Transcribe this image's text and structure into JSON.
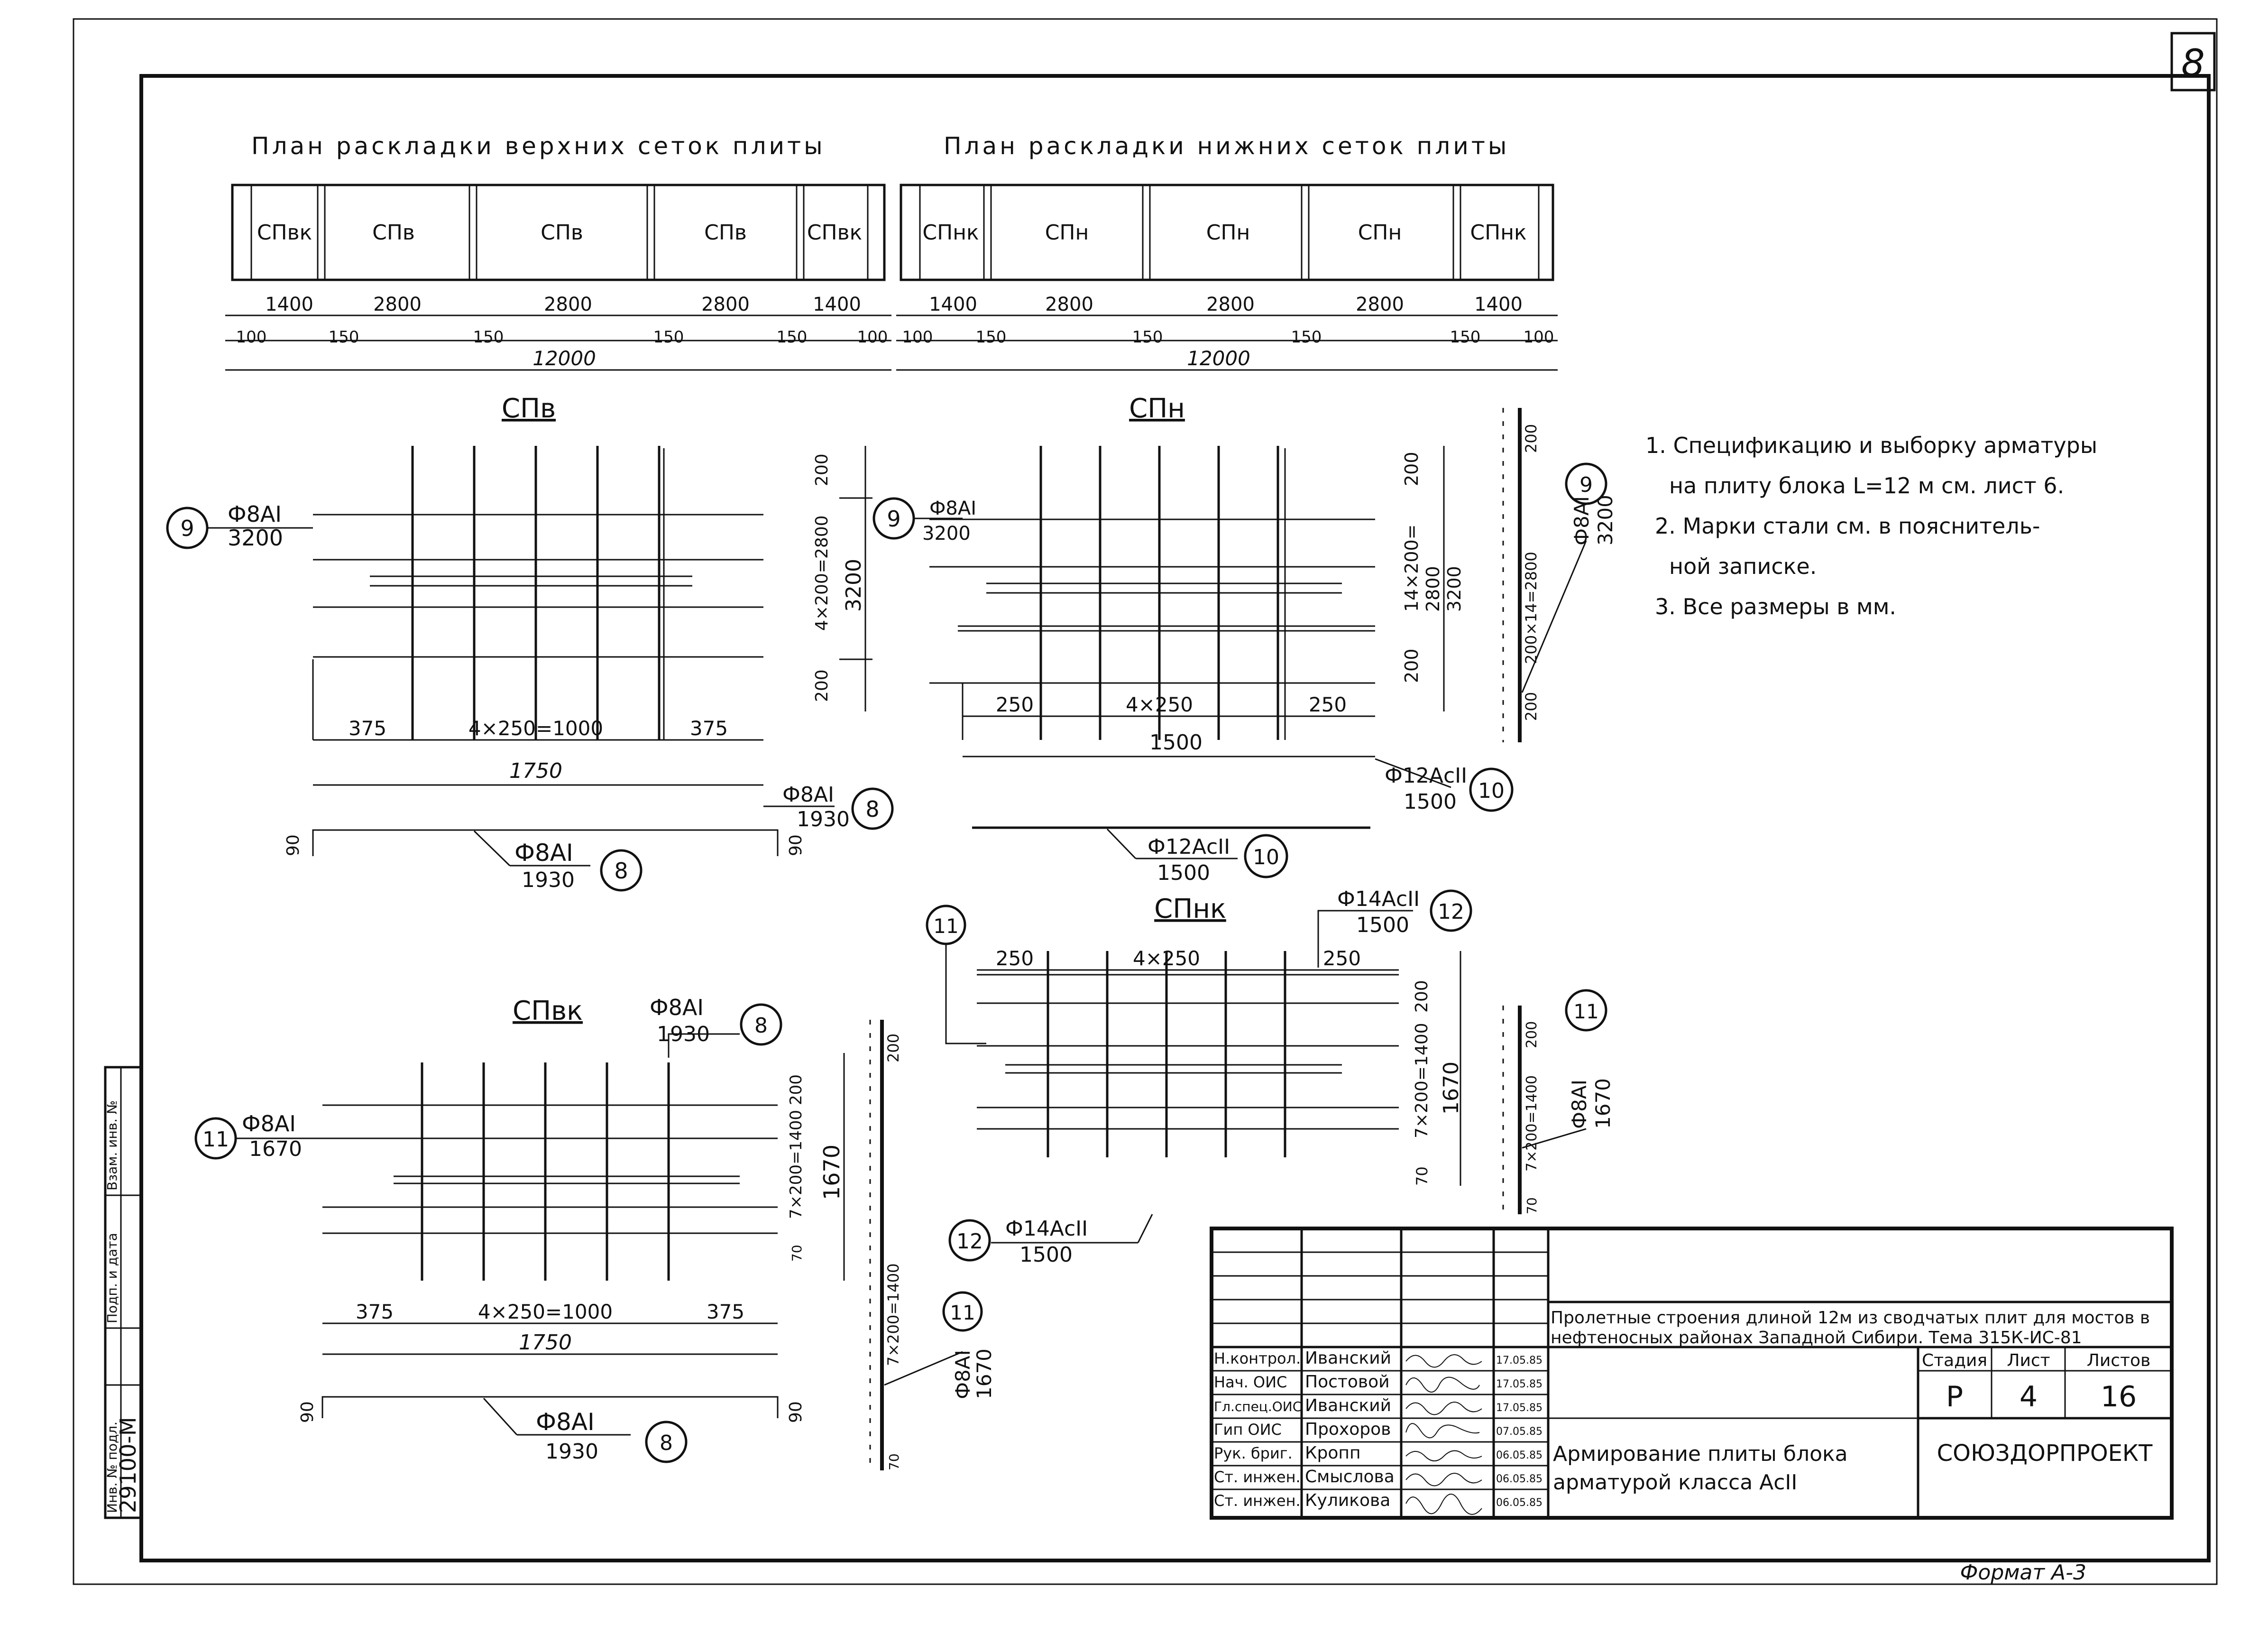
{
  "sheet_number": "8",
  "format_label": "Формат А-3",
  "plan_top_title": "План раскладки верхних сеток плиты",
  "plan_bottom_title": "План раскладки нижних сеток плиты",
  "plan_top": {
    "cells": [
      "СПвк",
      "СПв",
      "СПв",
      "СПв",
      "СПвк"
    ],
    "dims": [
      "1400",
      "2800",
      "2800",
      "2800",
      "1400"
    ],
    "gaps": [
      "100",
      "150",
      "150",
      "150",
      "150",
      "100"
    ],
    "total": "12000"
  },
  "plan_bottom": {
    "cells": [
      "СПнк",
      "СПн",
      "СПн",
      "СПн",
      "СПнк"
    ],
    "dims": [
      "1400",
      "2800",
      "2800",
      "2800",
      "1400"
    ],
    "gaps": [
      "100",
      "150",
      "150",
      "150",
      "150",
      "100"
    ],
    "total": "12000"
  },
  "mesh_spv": {
    "title": "СПв",
    "bar9_label": "Ф8АI",
    "bar9_len": "3200",
    "bar9_mark": "9",
    "bar8_label": "Ф8АI",
    "bar8_len": "1930",
    "bar8_mark": "8",
    "dim_h": [
      "375",
      "4×250=1000",
      "375"
    ],
    "dim_total": "1750",
    "dim_v": [
      "200",
      "4×200=2800",
      "200"
    ],
    "dim_v_total": "3200",
    "section_left": "90",
    "section_right": "90",
    "section_label": "Ф8АI",
    "section_len": "1930",
    "section_mark": "8"
  },
  "mesh_spn": {
    "title": "СПн",
    "bar9_label": "Ф8АI",
    "bar9_len": "3200",
    "bar9_mark": "9",
    "bar10_label": "Ф12АсII",
    "bar10_len": "1500",
    "bar10_mark": "10",
    "dim_h": [
      "250",
      "4×250",
      "250"
    ],
    "dim_total": "1500",
    "dim_v": [
      "200",
      "14×200=",
      "2800",
      "3200",
      "200"
    ],
    "side_dim": [
      "200",
      "200×14=2800",
      "200"
    ],
    "side_label": "Ф8АI",
    "side_len": "3200",
    "side_mark": "9",
    "section_label": "Ф12АсII",
    "section_len": "1500",
    "section_mark": "10"
  },
  "mesh_spvk": {
    "title": "СПвк",
    "bar11_label": "Ф8АI",
    "bar11_len": "1670",
    "bar11_mark": "11",
    "bar8_label": "Ф8АI",
    "bar8_len": "1930",
    "bar8_mark": "8",
    "dim_h": [
      "375",
      "4×250=1000",
      "375"
    ],
    "dim_total": "1750",
    "dim_v": [
      "200",
      "7×200=1400",
      "70"
    ],
    "dim_v_total": "1670",
    "side_dim": [
      "200",
      "7×200=1400",
      "70"
    ],
    "side_label": "Ф8АI",
    "side_len": "1670",
    "side_mark": "11",
    "section_left": "90",
    "section_right": "90",
    "section_label": "Ф8АI",
    "section_len": "1930",
    "section_mark": "8"
  },
  "mesh_spnk": {
    "title": "СПнк",
    "bar11_mark": "11",
    "bar12_label": "Ф14АсII",
    "bar12_len": "1500",
    "bar12_mark": "12",
    "dim_h": [
      "250",
      "4×250",
      "250"
    ],
    "dim_v": [
      "200",
      "7×200=1400",
      "70"
    ],
    "dim_v_total": "1670",
    "side_dim": [
      "200",
      "7×200=1400",
      "70"
    ],
    "side_label": "Ф8АI",
    "side_len": "1670",
    "side_mark": "11",
    "bottom_label": "Ф14АсII",
    "bottom_len": "1500",
    "bottom_mark": "12"
  },
  "notes": [
    "1. Спецификацию и выборку арматуры",
    "на плиту блока L=12 м см. лист 6.",
    "2. Марки стали см. в пояснитель-",
    "ной записке.",
    "3. Все размеры в мм."
  ],
  "side_stamp": {
    "inv": "Инв. № подл.",
    "sign": "Подп. и дата",
    "vzam": "Взам. инв. №",
    "number": "29100-М"
  },
  "title_block": {
    "project": "Пролетные строения длиной 12м из сводчатых плит для мостов в",
    "project2": "нефтеносных районах Западной Сибири. Тема 315К-ИС-81",
    "stage_h": "Стадия",
    "sheet_h": "Лист",
    "sheets_h": "Листов",
    "stage": "Р",
    "sheet": "4",
    "sheets": "16",
    "drawing1": "Армирование плиты блока",
    "drawing2": "арматурой класса АсII",
    "org": "СОЮЗДОРПРОЕКТ",
    "people": [
      {
        "role": "Н.контрол.",
        "name": "Иванский",
        "date": "17.05.85"
      },
      {
        "role": "Нач. ОИС",
        "name": "Постовой",
        "date": "17.05.85"
      },
      {
        "role": "Гл.спец.ОИС",
        "name": "Иванский",
        "date": "17.05.85"
      },
      {
        "role": "Гип ОИС",
        "name": "Прохоров",
        "date": "07.05.85"
      },
      {
        "role": "Рук. бриг.",
        "name": "Кропп",
        "date": "06.05.85"
      },
      {
        "role": "Ст. инжен.",
        "name": "Смыслова",
        "date": "06.05.85"
      },
      {
        "role": "Ст. инжен.",
        "name": "Куликова",
        "date": "06.05.85"
      }
    ]
  }
}
